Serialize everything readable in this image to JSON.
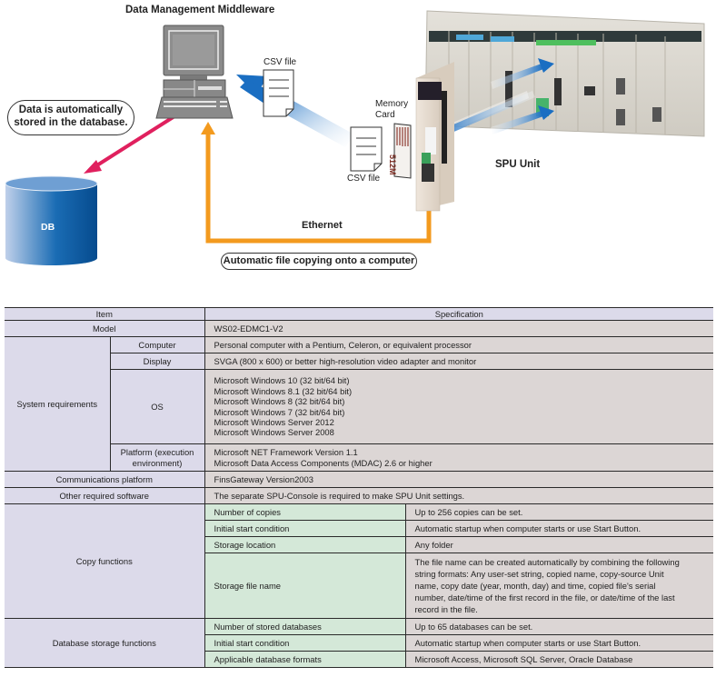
{
  "diagram": {
    "title": "Data Management Middleware",
    "callout_db": [
      "Data is automatically",
      "stored in the database."
    ],
    "db_label": "DB",
    "csv_file_top": "CSV file",
    "csv_file_bottom": "CSV file",
    "memory_card": [
      "Memory",
      "Card"
    ],
    "memory_card_text": "512M",
    "spu_unit": "SPU Unit",
    "ethernet": "Ethernet",
    "callout_copy": "Automatic file copying onto a computer",
    "colors": {
      "db_arrow": "#e0205e",
      "ethernet": "#f39a1e",
      "data_arrow": "#1a6ec2",
      "db_dark": "#064f94",
      "db_light": "#b9cce8"
    }
  },
  "table": {
    "header": {
      "item": "Item",
      "specification": "Specification"
    },
    "model": {
      "label": "Model",
      "value": "WS02-EDMC1-V2"
    },
    "system_requirements": {
      "label": "System requirements",
      "computer": {
        "label": "Computer",
        "value": "Personal computer with a Pentium, Celeron, or equivalent processor"
      },
      "display": {
        "label": "Display",
        "value": "SVGA (800 x 600) or better high-resolution video adapter and monitor"
      },
      "os": {
        "label": "OS",
        "values": [
          "Microsoft Windows 10 (32 bit/64 bit)",
          "Microsoft Windows 8.1 (32 bit/64 bit)",
          "Microsoft Windows 8 (32 bit/64 bit)",
          "Microsoft Windows 7 (32 bit/64 bit)",
          "Microsoft Windows Server 2012",
          "Microsoft Windows Server 2008"
        ]
      },
      "platform": {
        "label": [
          "Platform (execution",
          "environment)"
        ],
        "values": [
          "Microsoft NET Framework Version 1.1",
          "Microsoft Data Access Components (MDAC) 2.6 or higher"
        ]
      }
    },
    "communications_platform": {
      "label": "Communications platform",
      "value": "FinsGateway Version2003"
    },
    "other_software": {
      "label": "Other required software",
      "value": "The separate SPU-Console is required to make SPU Unit settings."
    },
    "copy_functions": {
      "label": "Copy functions",
      "rows": [
        {
          "label": "Number of copies",
          "value": "Up to 256 copies can be set."
        },
        {
          "label": "Initial start condition",
          "value": "Automatic startup when computer starts or use Start Button."
        },
        {
          "label": "Storage location",
          "value": "Any folder"
        },
        {
          "label": "Storage file name",
          "value_lines": [
            "The file name can be created automatically by combining the following",
            "string formats: Any user-set string, copied name, copy-source Unit",
            "name, copy date (year, month, day) and time, copied file's serial",
            "number, date/time of the first record in the file, or date/time of the last",
            "record in the file."
          ]
        }
      ]
    },
    "database_functions": {
      "label": "Database storage functions",
      "rows": [
        {
          "label": "Number of stored databases",
          "value": "Up to 65 databases can be set."
        },
        {
          "label": "Initial start condition",
          "value": "Automatic startup when computer starts or use Start Button."
        },
        {
          "label": "Applicable database formats",
          "value": "Microsoft Access, Microsoft SQL Server, Oracle Database"
        }
      ]
    }
  }
}
